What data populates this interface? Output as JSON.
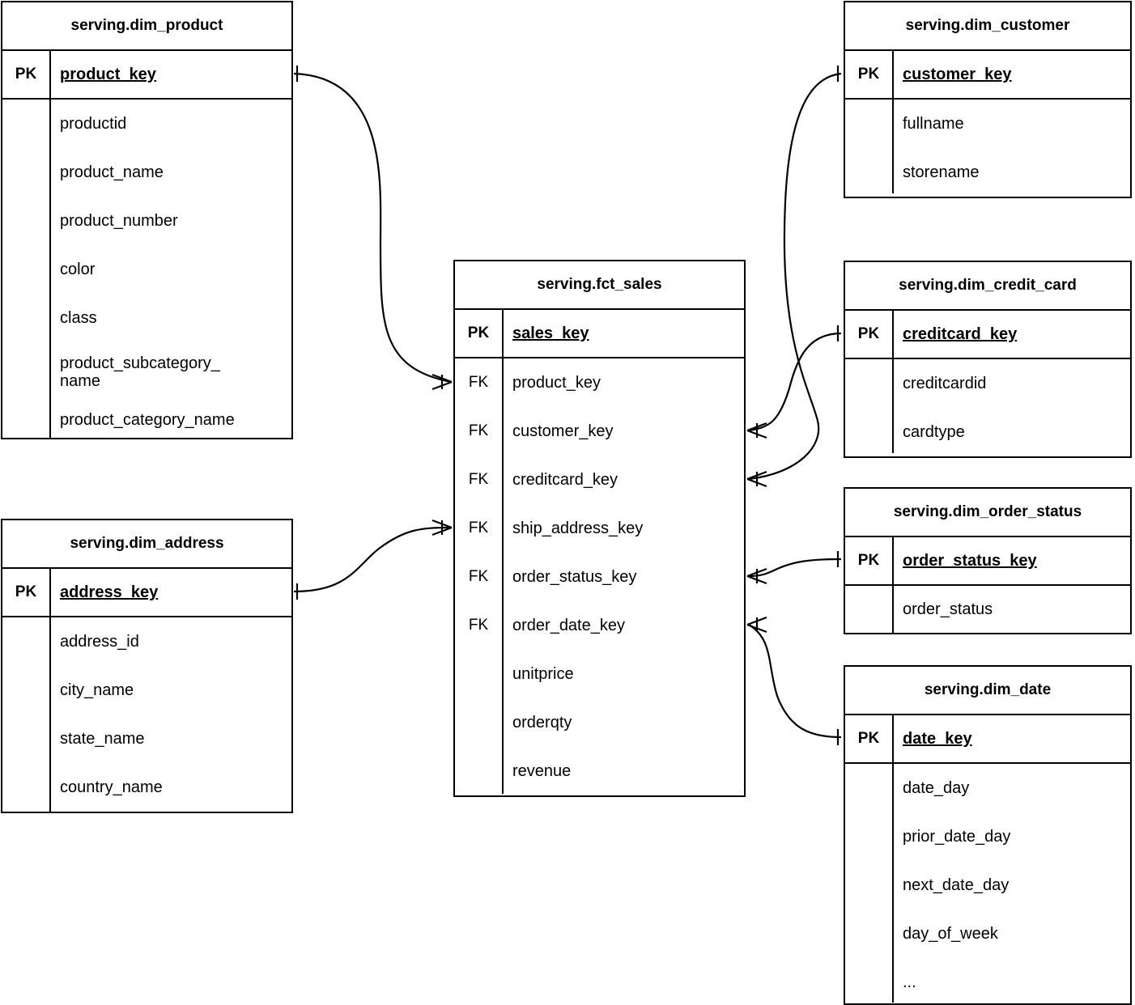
{
  "diagram": {
    "type": "entity-relationship-diagram",
    "notation": "crow's foot",
    "background_color": "#ffffff",
    "line_color": "#000000",
    "text_color": "#000000"
  },
  "entities": {
    "dim_product": {
      "title": "serving.dim_product",
      "pk_label": "PK",
      "pk_field": "product_key",
      "attributes": [
        "productid",
        "product_name",
        "product_number",
        "color",
        "class",
        "product_subcategory_\nname",
        "product_category_name"
      ]
    },
    "dim_address": {
      "title": "serving.dim_address",
      "pk_label": "PK",
      "pk_field": "address_key",
      "attributes": [
        "address_id",
        "city_name",
        "state_name",
        "country_name"
      ]
    },
    "fct_sales": {
      "title": "serving.fct_sales",
      "pk_label": "PK",
      "pk_field": "sales_key",
      "fk_label": "FK",
      "fk_fields": [
        "product_key",
        "customer_key",
        "creditcard_key",
        "ship_address_key",
        "order_status_key",
        "order_date_key"
      ],
      "measures": [
        "unitprice",
        "orderqty",
        "revenue"
      ]
    },
    "dim_customer": {
      "title": "serving.dim_customer",
      "pk_label": "PK",
      "pk_field": "customer_key",
      "attributes": [
        "fullname",
        "storename"
      ]
    },
    "dim_credit_card": {
      "title": "serving.dim_credit_card",
      "pk_label": "PK",
      "pk_field": "creditcard_key",
      "attributes": [
        "creditcardid",
        "cardtype"
      ]
    },
    "dim_order_status": {
      "title": "serving.dim_order_status",
      "pk_label": "PK",
      "pk_field": "order_status_key",
      "attributes": [
        "order_status"
      ]
    },
    "dim_date": {
      "title": "serving.dim_date",
      "pk_label": "PK",
      "pk_field": "date_key",
      "attributes": [
        "date_day",
        "prior_date_day",
        "next_date_day",
        "day_of_week",
        "..."
      ]
    }
  },
  "relationships": [
    {
      "from": "dim_product.product_key",
      "to": "fct_sales.product_key",
      "from_cardinality": "one",
      "to_cardinality": "many"
    },
    {
      "from": "dim_address.address_key",
      "to": "fct_sales.ship_address_key",
      "from_cardinality": "one",
      "to_cardinality": "many"
    },
    {
      "from": "dim_customer.customer_key",
      "to": "fct_sales.customer_key",
      "from_cardinality": "one",
      "to_cardinality": "many"
    },
    {
      "from": "dim_credit_card.creditcard_key",
      "to": "fct_sales.creditcard_key",
      "from_cardinality": "one",
      "to_cardinality": "many"
    },
    {
      "from": "dim_order_status.order_status_key",
      "to": "fct_sales.order_status_key",
      "from_cardinality": "one",
      "to_cardinality": "many"
    },
    {
      "from": "dim_date.date_key",
      "to": "fct_sales.order_date_key",
      "from_cardinality": "one",
      "to_cardinality": "many"
    }
  ]
}
